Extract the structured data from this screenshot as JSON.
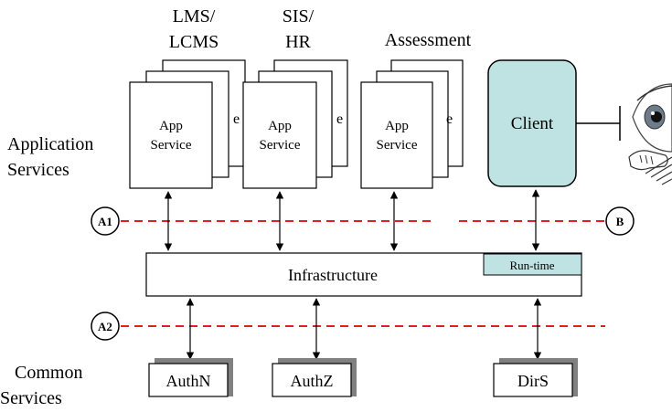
{
  "groups": {
    "lms": {
      "line1": "LMS/",
      "line2": "LCMS"
    },
    "sis": {
      "line1": "SIS/",
      "line2": "HR"
    },
    "assessment": {
      "label": "Assessment"
    }
  },
  "app_service": {
    "line1": "App",
    "line2": "Service",
    "peek": "e"
  },
  "client": {
    "label": "Client"
  },
  "layers": {
    "application": {
      "line1": "Application",
      "line2": "Services"
    },
    "common": {
      "line1": "Common",
      "line2": "Services"
    }
  },
  "infrastructure": {
    "label": "Infrastructure",
    "runtime": "Run-time"
  },
  "markers": {
    "a1": "A1",
    "a2": "A2",
    "b": "B"
  },
  "services": {
    "authn": "AuthN",
    "authz": "AuthZ",
    "dirs": "DirS"
  },
  "colors": {
    "client_fill": "#bfe3e3",
    "runtime_fill": "#bfe3e3",
    "boundary_line": "#e02020",
    "shadow": "#808080"
  }
}
